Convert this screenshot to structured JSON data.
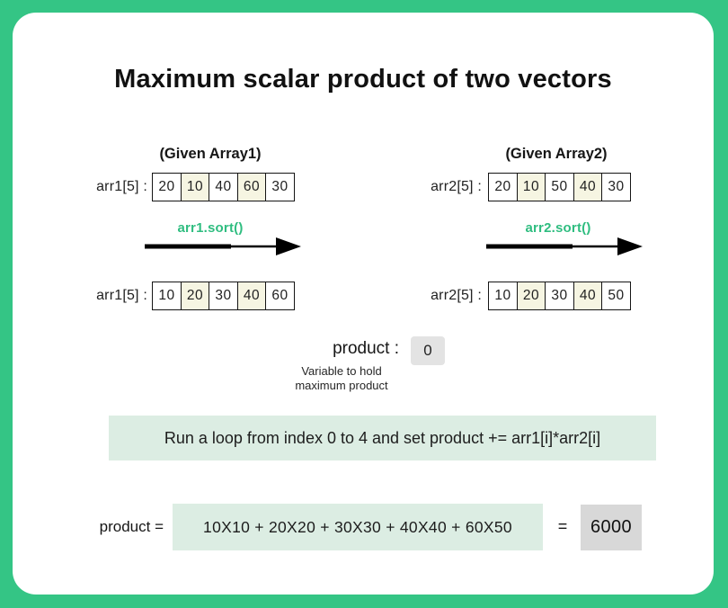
{
  "title": "Maximum scalar product of two vectors",
  "array1": {
    "heading": "(Given Array1)",
    "label": "arr1[5] :",
    "given_cells": [
      {
        "v": "20",
        "hl": false
      },
      {
        "v": "10",
        "hl": true
      },
      {
        "v": "40",
        "hl": false
      },
      {
        "v": "60",
        "hl": true
      },
      {
        "v": "30",
        "hl": false
      }
    ],
    "sort_label": "arr1.sort()",
    "sorted_label": "arr1[5] :",
    "sorted_cells": [
      {
        "v": "10",
        "hl": false
      },
      {
        "v": "20",
        "hl": true
      },
      {
        "v": "30",
        "hl": false
      },
      {
        "v": "40",
        "hl": true
      },
      {
        "v": "60",
        "hl": false
      }
    ]
  },
  "array2": {
    "heading": "(Given Array2)",
    "label": "arr2[5] :",
    "given_cells": [
      {
        "v": "20",
        "hl": false
      },
      {
        "v": "10",
        "hl": true
      },
      {
        "v": "50",
        "hl": false
      },
      {
        "v": "40",
        "hl": true
      },
      {
        "v": "30",
        "hl": false
      }
    ],
    "sort_label": "arr2.sort()",
    "sorted_label": "arr2[5] :",
    "sorted_cells": [
      {
        "v": "10",
        "hl": false
      },
      {
        "v": "20",
        "hl": true
      },
      {
        "v": "30",
        "hl": false
      },
      {
        "v": "40",
        "hl": true
      },
      {
        "v": "50",
        "hl": false
      }
    ]
  },
  "product": {
    "label": "product :",
    "value": "0",
    "caption_line1": "Variable to hold",
    "caption_line2": "maximum product"
  },
  "instruction": "Run a loop from index 0 to 4 and set product += arr1[i]*arr2[i]",
  "result": {
    "label": "product =",
    "expression": "10X10 + 20X20 + 30X30 + 40X40 + 60X50",
    "equals_sign": "=",
    "value": "6000"
  },
  "colors": {
    "frame_green": "#34c585",
    "accent_green": "#2fbd80",
    "light_green_bg": "#dcede3",
    "highlight_cell": "#f6f5e2",
    "value_gray": "#e3e3e3",
    "result_gray": "#d8d8d8"
  }
}
